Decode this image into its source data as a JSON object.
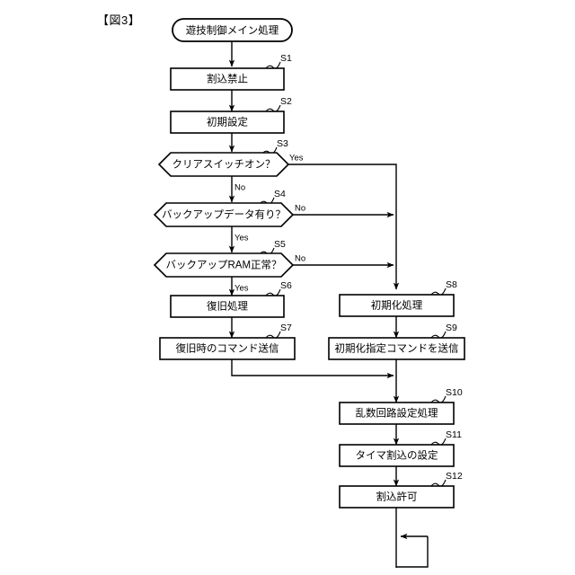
{
  "figure": {
    "title": "【図3】"
  },
  "flowchart": {
    "type": "flowchart",
    "start_node": {
      "id": "start",
      "shape": "terminator",
      "label": "遊技制御メイン処理"
    },
    "nodes": [
      {
        "id": "S1",
        "shape": "process",
        "step": "S1",
        "label": "割込禁止"
      },
      {
        "id": "S2",
        "shape": "process",
        "step": "S2",
        "label": "初期設定"
      },
      {
        "id": "S3",
        "shape": "decision",
        "step": "S3",
        "label": "クリアスイッチオン？"
      },
      {
        "id": "S4",
        "shape": "decision",
        "step": "S4",
        "label": "バックアップデータ有り？"
      },
      {
        "id": "S5",
        "shape": "decision",
        "step": "S5",
        "label": "バックアップRAM正常？"
      },
      {
        "id": "S6",
        "shape": "process",
        "step": "S6",
        "label": "復旧処理"
      },
      {
        "id": "S7",
        "shape": "process",
        "step": "S7",
        "label": "復旧時のコマンド送信"
      },
      {
        "id": "S8",
        "shape": "process",
        "step": "S8",
        "label": "初期化処理"
      },
      {
        "id": "S9",
        "shape": "process",
        "step": "S9",
        "label": "初期化指定コマンドを送信"
      },
      {
        "id": "S10",
        "shape": "process",
        "step": "S10",
        "label": "乱数回路設定処理"
      },
      {
        "id": "S11",
        "shape": "process",
        "step": "S11",
        "label": "タイマ割込の設定"
      },
      {
        "id": "S12",
        "shape": "process",
        "step": "S12",
        "label": "割込許可"
      }
    ],
    "branch_labels": {
      "s3_yes": "Yes",
      "s3_no": "No",
      "s4_no": "No",
      "s4_yes": "Yes",
      "s5_no": "No",
      "s5_yes": "Yes"
    },
    "edges": [
      {
        "from": "start",
        "to": "S1",
        "label": ""
      },
      {
        "from": "S1",
        "to": "S2",
        "label": ""
      },
      {
        "from": "S2",
        "to": "S3",
        "label": ""
      },
      {
        "from": "S3",
        "to": "S4",
        "label": "No"
      },
      {
        "from": "S3",
        "to": "S8",
        "label": "Yes"
      },
      {
        "from": "S4",
        "to": "S5",
        "label": "Yes"
      },
      {
        "from": "S4",
        "to": "S8",
        "label": "No"
      },
      {
        "from": "S5",
        "to": "S6",
        "label": "Yes"
      },
      {
        "from": "S5",
        "to": "S8",
        "label": "No"
      },
      {
        "from": "S6",
        "to": "S7",
        "label": ""
      },
      {
        "from": "S7",
        "to": "S10",
        "label": ""
      },
      {
        "from": "S8",
        "to": "S9",
        "label": ""
      },
      {
        "from": "S9",
        "to": "S10",
        "label": ""
      },
      {
        "from": "S10",
        "to": "S11",
        "label": ""
      },
      {
        "from": "S11",
        "to": "S12",
        "label": ""
      },
      {
        "from": "S12",
        "to": "loop",
        "label": ""
      }
    ],
    "colors": {
      "stroke": "#000000",
      "fill": "#ffffff",
      "text": "#000000"
    }
  }
}
